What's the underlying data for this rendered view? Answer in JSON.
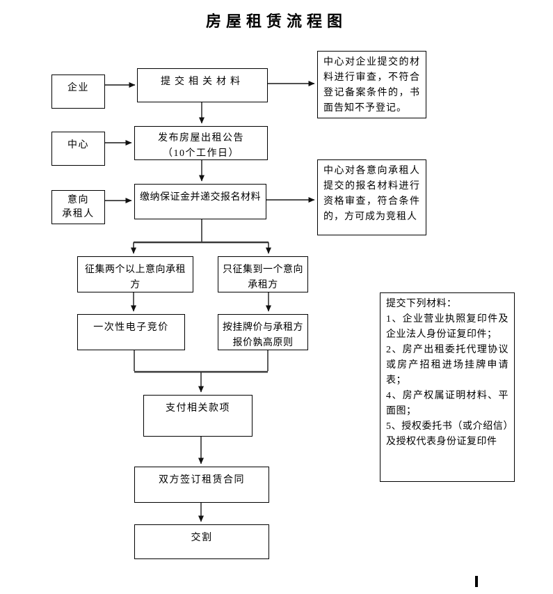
{
  "title": "房屋租赁流程图",
  "nodes": {
    "enterprise": {
      "label": "企业"
    },
    "center": {
      "label": "中心"
    },
    "intended_tenant": {
      "label": "意向\n承租人"
    },
    "submit_materials": {
      "label": "提交相关材料"
    },
    "publish_notice": {
      "label": "发布房屋出租公告\n（10个工作日）"
    },
    "pay_deposit": {
      "label": "缴纳保证金并递交报名材料"
    },
    "multiple_tenants": {
      "label": "征集两个以上意向承租\n方"
    },
    "single_tenant": {
      "label": "只征集到一个意向\n承租方"
    },
    "e_bidding": {
      "label": "一次性电子竞价"
    },
    "higher_price_rule": {
      "label": "按挂牌价与承租方\n报价孰高原则"
    },
    "payment": {
      "label": "支付相关款项"
    },
    "sign_contract": {
      "label": "双方签订租赁合同"
    },
    "handover": {
      "label": "交割"
    }
  },
  "notes": {
    "material_review": "中心对企业提交的材料进行审查，不符合登记备案条件的，书面告知不予登记。",
    "qualification_review": "中心对各意向承租人提交的报名材料进行资格审查，符合条件的，方可成为竞租人"
  },
  "materials": {
    "header": "提交下列材料：",
    "items": [
      "1、企业营业执照复印件及企业法人身份证复印件；",
      "2、房产出租委托代理协议或房产招租进场挂牌申请表；",
      "4、房产权属证明材料、平面图；",
      "5、授权委托书（或介绍信）及授权代表身份证复印件"
    ]
  }
}
